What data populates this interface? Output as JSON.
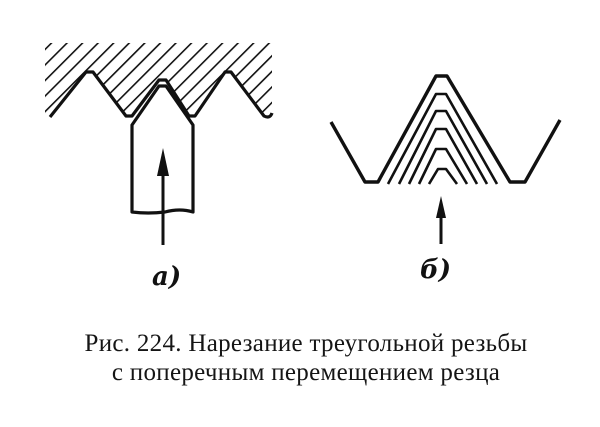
{
  "figure": {
    "subfigures": [
      {
        "id": "a",
        "label": "a)",
        "depicts": "hatched workpiece with triangular thread profile and cutting tool fed radially (arrow)"
      },
      {
        "id": "b",
        "label": "б)",
        "depicts": "thread groove with successive nested cutting passes and radial feed arrow"
      }
    ],
    "caption": {
      "line1": "Рис. 224. Нарезание треугольной резьбы",
      "line2": "с поперечным перемещением резца"
    }
  }
}
